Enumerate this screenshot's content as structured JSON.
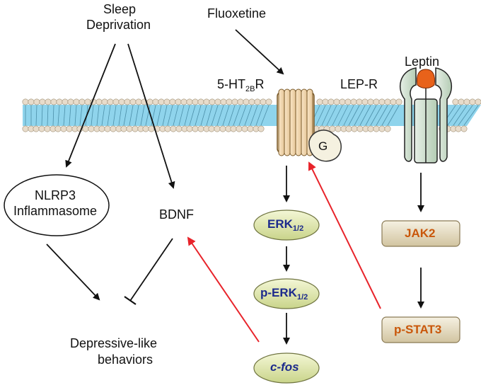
{
  "labels": {
    "sleep_line1": "Sleep",
    "sleep_line2": "Deprivation",
    "fluoxetine": "Fluoxetine",
    "receptor_main": "5-HT",
    "receptor_sub": "2B",
    "receptor_suffix": "R",
    "leptin": "Leptin",
    "lep_r": "LEP-R",
    "g_protein": "G",
    "nlrp3_line1": "NLRP3",
    "nlrp3_line2": "Inflammasome",
    "bdnf": "BDNF",
    "depressive_line1": "Depressive-like",
    "depressive_line2": "behaviors"
  },
  "nodes": {
    "erk_main": "ERK",
    "erk_sub": "1/2",
    "perk_main": "p-ERK",
    "perk_sub": "1/2",
    "cfos": "c-fos",
    "jak2": "JAK2",
    "pstat3": "p-STAT3"
  },
  "colors": {
    "membrane_head": "#e8dccb",
    "membrane_tail": "#8fd4ec",
    "receptor": "#f6dcb4",
    "lepr_fill": "#cfe0cf",
    "leptin_fill": "#e8621a",
    "ellipse_fill": "#dfe6a8",
    "box_fill": "#e6dcc4",
    "activation_arrow": "#e8232a",
    "node_text_blue": "#1c2a8c",
    "node_text_orange": "#c9570a"
  }
}
